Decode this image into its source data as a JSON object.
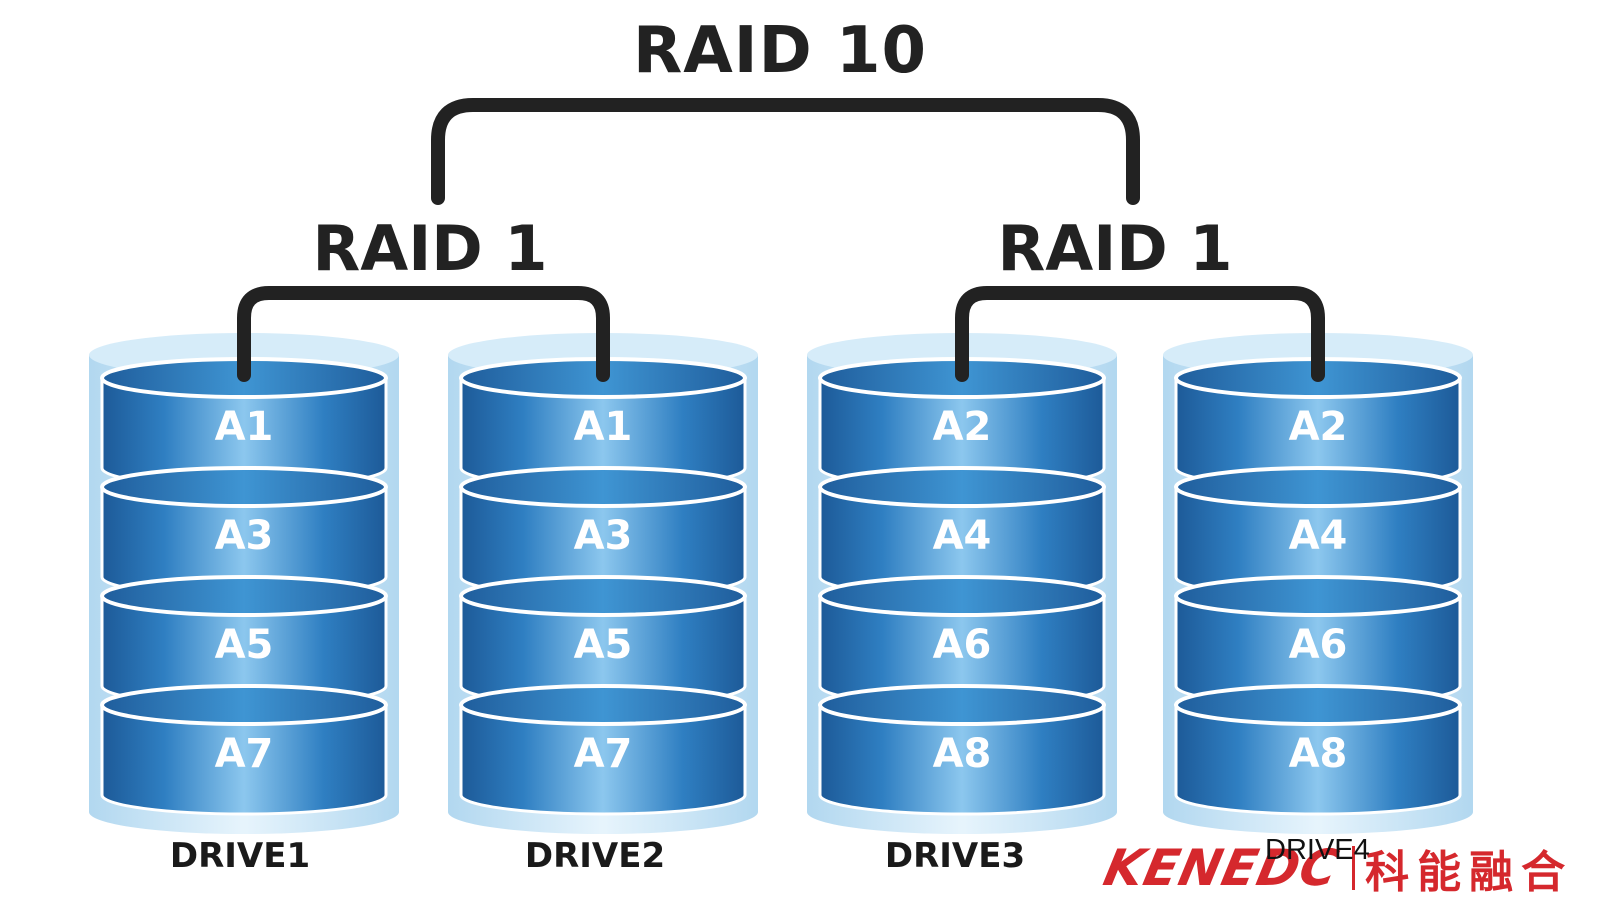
{
  "titles": {
    "raid10": "RAID 10",
    "raid1_left": "RAID 1",
    "raid1_right": "RAID 1"
  },
  "drives": [
    {
      "label": "DRIVE1",
      "blocks": [
        "A1",
        "A3",
        "A5",
        "A7"
      ]
    },
    {
      "label": "DRIVE2",
      "blocks": [
        "A1",
        "A3",
        "A5",
        "A7"
      ]
    },
    {
      "label": "DRIVE3",
      "blocks": [
        "A2",
        "A4",
        "A6",
        "A8"
      ]
    },
    {
      "label": "DRIVE4",
      "blocks": [
        "A2",
        "A4",
        "A6",
        "A8"
      ]
    }
  ],
  "watermark": {
    "brand": "KENEDC",
    "chinese": "科能融合"
  },
  "colors": {
    "connector": "#222222",
    "disk_dark": "#1f5fa0",
    "disk_mid": "#2f86c8",
    "disk_light": "#9fd0ef",
    "glass": "#bfe0f4",
    "watermark": "#d5282d"
  }
}
